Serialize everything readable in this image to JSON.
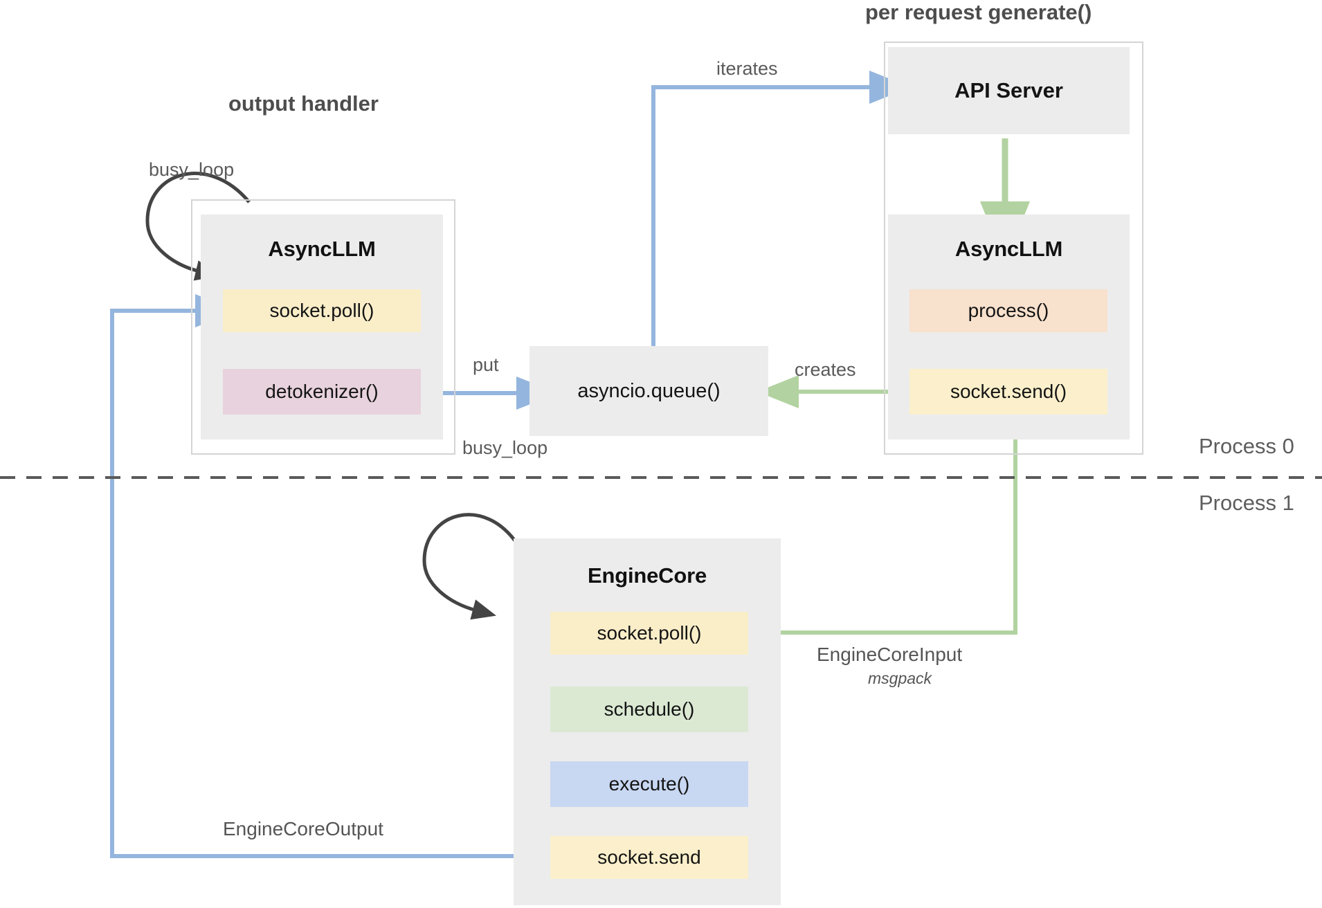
{
  "diagram": {
    "title_left": "output handler",
    "title_right": "per request generate()",
    "process_top": "Process 0",
    "process_bottom": "Process 1"
  },
  "colors": {
    "blue_arrow": "#94b5dd",
    "green_arrow": "#b2d3a1",
    "black_arrow": "#444444",
    "group_bg": "#ececec",
    "frame_border": "#d4d4d4",
    "slot_yellow": "#faeec9",
    "slot_yellow2": "#fbf0cb",
    "slot_pink": "#e8d2dd",
    "slot_peach": "#f8e1cd",
    "slot_green": "#dbe9d3",
    "slot_blue": "#c8d7f2",
    "divider": "#5a5a5a"
  },
  "output_handler": {
    "group_title": "AsyncLLM",
    "slots": [
      {
        "label": "socket.poll()",
        "color": "#faeec9"
      },
      {
        "label": "detokenizer()",
        "color": "#e8d2dd"
      }
    ],
    "loop_label": "busy_loop"
  },
  "queue": {
    "label": "asyncio.queue()"
  },
  "api_server": {
    "label": "API Server"
  },
  "per_request": {
    "group_title": "AsyncLLM",
    "slots": [
      {
        "label": "process()",
        "color": "#f8e1cd"
      },
      {
        "label": "socket.send()",
        "color": "#fbf0cb"
      }
    ]
  },
  "engine_core": {
    "group_title": "EngineCore",
    "loop_label": "busy_loop",
    "slots": [
      {
        "label": "socket.poll()",
        "color": "#faeec9"
      },
      {
        "label": "schedule()",
        "color": "#dbe9d3"
      },
      {
        "label": "execute()",
        "color": "#c8d7f2"
      },
      {
        "label": "socket.send",
        "color": "#fbf0cb"
      }
    ]
  },
  "edges": {
    "iterates": "iterates",
    "put": "put",
    "creates": "creates",
    "engine_core_input": "EngineCoreInput",
    "engine_core_input_format": "msgpack",
    "engine_core_output": "EngineCoreOutput"
  }
}
